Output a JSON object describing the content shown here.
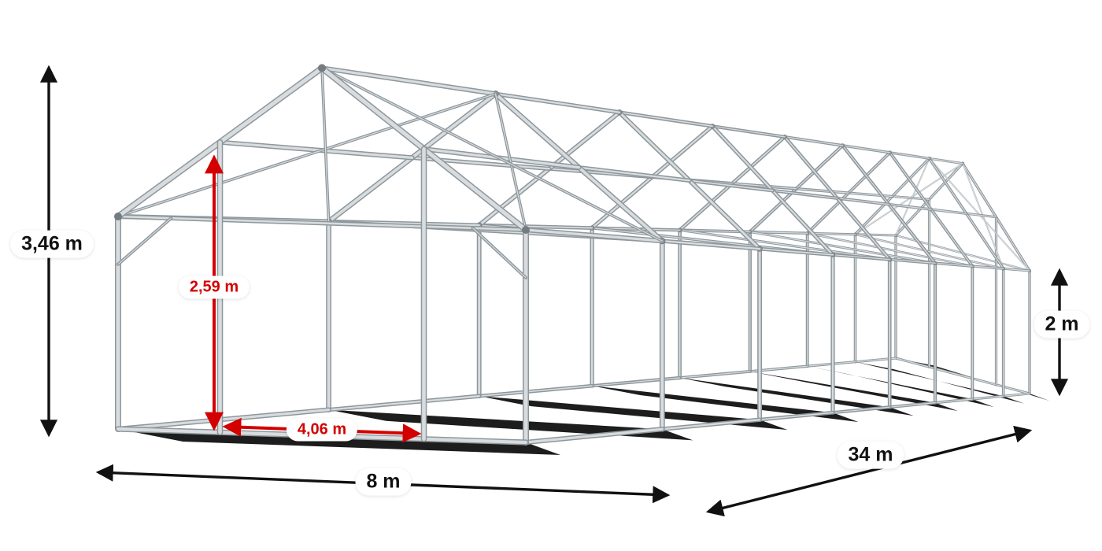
{
  "diagram": {
    "name": "Tent frame construction with dimensions",
    "frame_colors": {
      "tube_core": "#d8dcde",
      "tube_outline": "#8e979c",
      "joint": "#747c82",
      "shadow": "#0a0a0a"
    },
    "dimension_colors": {
      "primary": "#111111",
      "accent_red": "#d40000",
      "label_bg": "#ffffff"
    },
    "dimensions": {
      "total_height": "3,46 m",
      "entrance_height": "2,59 m",
      "entrance_width": "4,06 m",
      "width": "8 m",
      "length": "34 m",
      "side_height": "2 m"
    }
  }
}
